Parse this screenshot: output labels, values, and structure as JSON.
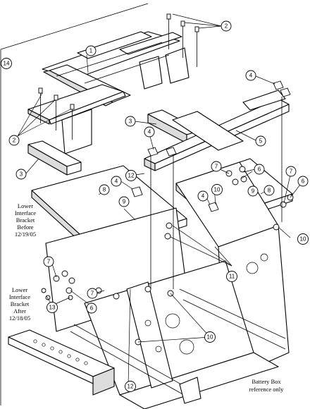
{
  "callouts": [
    {
      "label": "1"
    },
    {
      "label": "2"
    },
    {
      "label": "2"
    },
    {
      "label": "3"
    },
    {
      "label": "3"
    },
    {
      "label": "4"
    },
    {
      "label": "4"
    },
    {
      "label": "4"
    },
    {
      "label": "4"
    },
    {
      "label": "5"
    },
    {
      "label": "6"
    },
    {
      "label": "6"
    },
    {
      "label": "6"
    },
    {
      "label": "7"
    },
    {
      "label": "7"
    },
    {
      "label": "7"
    },
    {
      "label": "7"
    },
    {
      "label": "8"
    },
    {
      "label": "8"
    },
    {
      "label": "9"
    },
    {
      "label": "9"
    },
    {
      "label": "10"
    },
    {
      "label": "10"
    },
    {
      "label": "10"
    },
    {
      "label": "11"
    },
    {
      "label": "12"
    },
    {
      "label": "12"
    },
    {
      "label": "13"
    },
    {
      "label": "14"
    }
  ],
  "notes": {
    "before": [
      "Lower",
      "Interface",
      "Bracket",
      "Before",
      "12/19/05"
    ],
    "after": [
      "Lower",
      "Interface",
      "Bracket",
      "After",
      "12/18/05"
    ],
    "battery": [
      "Battery Box",
      "reference only"
    ]
  }
}
